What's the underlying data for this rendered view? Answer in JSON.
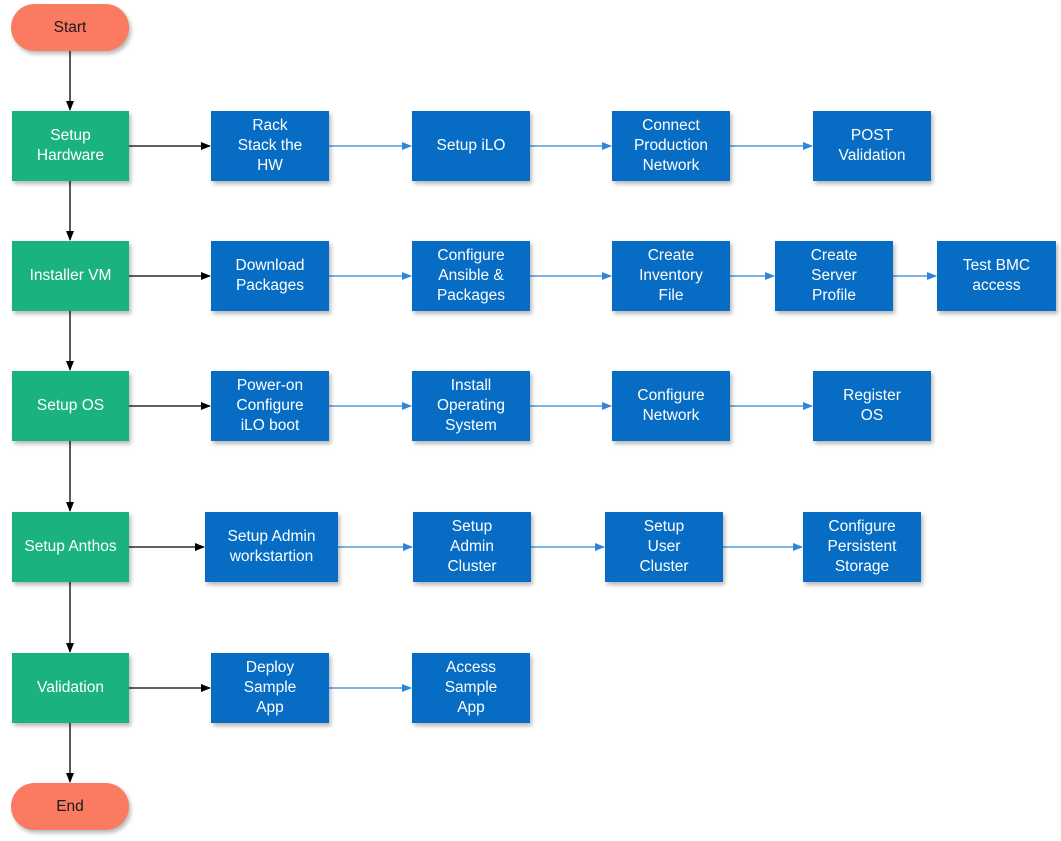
{
  "terminals": {
    "start": "Start",
    "end": "End"
  },
  "stages": [
    {
      "label": "Setup\nHardware",
      "tasks": [
        "Rack\nStack the\nHW",
        "Setup iLO",
        "Connect\nProduction\nNetwork",
        "POST\nValidation"
      ]
    },
    {
      "label": "Installer VM",
      "tasks": [
        "Download\nPackages",
        "Configure\nAnsible &\nPackages",
        "Create\nInventory\nFile",
        "Create\nServer\nProfile",
        "Test BMC\naccess"
      ]
    },
    {
      "label": "Setup OS",
      "tasks": [
        "Power-on\nConfigure\niLO boot",
        "Install\nOperating\nSystem",
        "Configure\nNetwork",
        "Register\nOS"
      ]
    },
    {
      "label": "Setup Anthos",
      "tasks": [
        "Setup Admin\nworkstartion",
        "Setup\nAdmin\nCluster",
        "Setup\nUser\nCluster",
        "Configure\nPersistent\nStorage"
      ]
    },
    {
      "label": "Validation",
      "tasks": [
        "Deploy\nSample\nApp",
        "Access\nSample\nApp"
      ]
    }
  ],
  "colors": {
    "terminal": "#fa7a62",
    "stage": "#1bb281",
    "task": "#066cc4",
    "main_arrow": "#000000",
    "task_arrow": "#2e86d6"
  }
}
